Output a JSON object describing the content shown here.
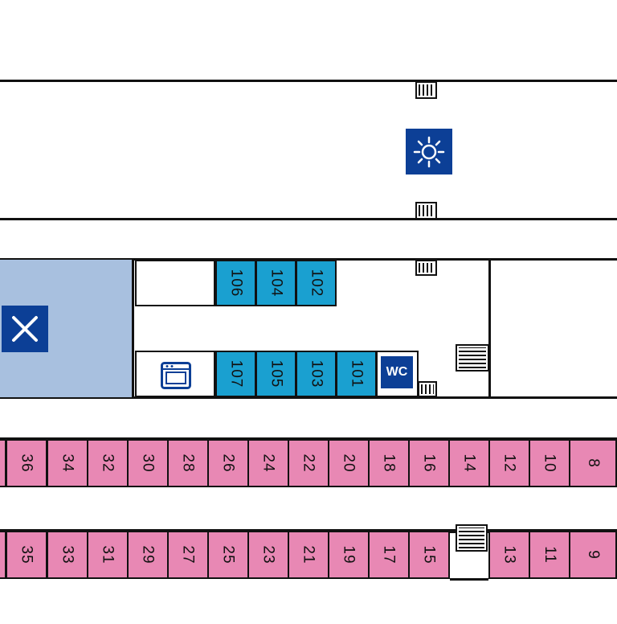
{
  "deck": {
    "restaurant_label": "restaurant-area",
    "wc_label": "WC",
    "icons": {
      "sun_deck": "sun-icon",
      "restaurant": "cutlery-icon",
      "kitchen": "oven-icon",
      "toilet": "wc-icon"
    },
    "colors": {
      "restaurant_area": "#a8c0df",
      "blue_cabin": "#1aa0d0",
      "pink_cabin": "#e888b4",
      "icon_bg": "#0c3f96"
    },
    "blue_cabins_top": [
      "106",
      "104",
      "102"
    ],
    "blue_cabins_bottom": [
      "107",
      "105",
      "103",
      "101"
    ],
    "pink_cabins_upper": [
      "36",
      "34",
      "32",
      "30",
      "28",
      "26",
      "24",
      "22",
      "20",
      "18",
      "16",
      "14",
      "12",
      "10",
      "8"
    ],
    "pink_cabins_lower_left": [
      "35",
      "33",
      "31",
      "29",
      "27",
      "25",
      "23",
      "21",
      "19",
      "17",
      "15"
    ],
    "pink_cabins_lower_right": [
      "13",
      "11",
      "9"
    ]
  }
}
